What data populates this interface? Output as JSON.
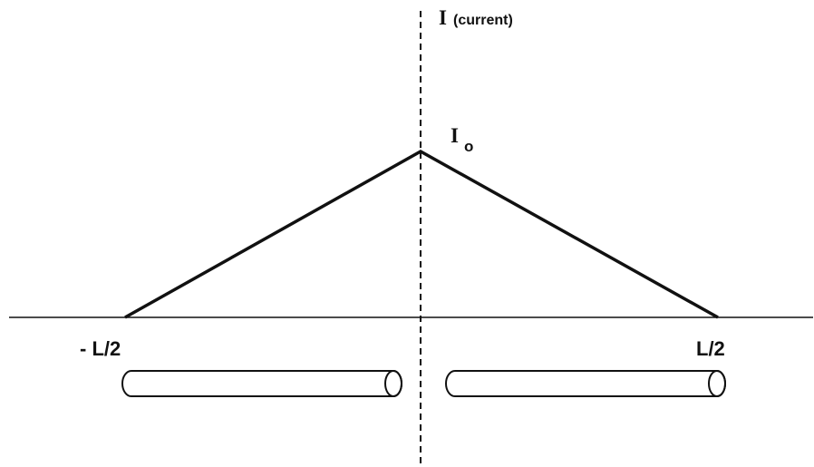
{
  "labels": {
    "axis_symbol": "I",
    "axis_name": "(current)",
    "peak_symbol": "I",
    "peak_subscript": "o",
    "left_end": "- L/2",
    "right_end": "L/2"
  },
  "colors": {
    "line": "#111111",
    "background": "#ffffff"
  }
}
